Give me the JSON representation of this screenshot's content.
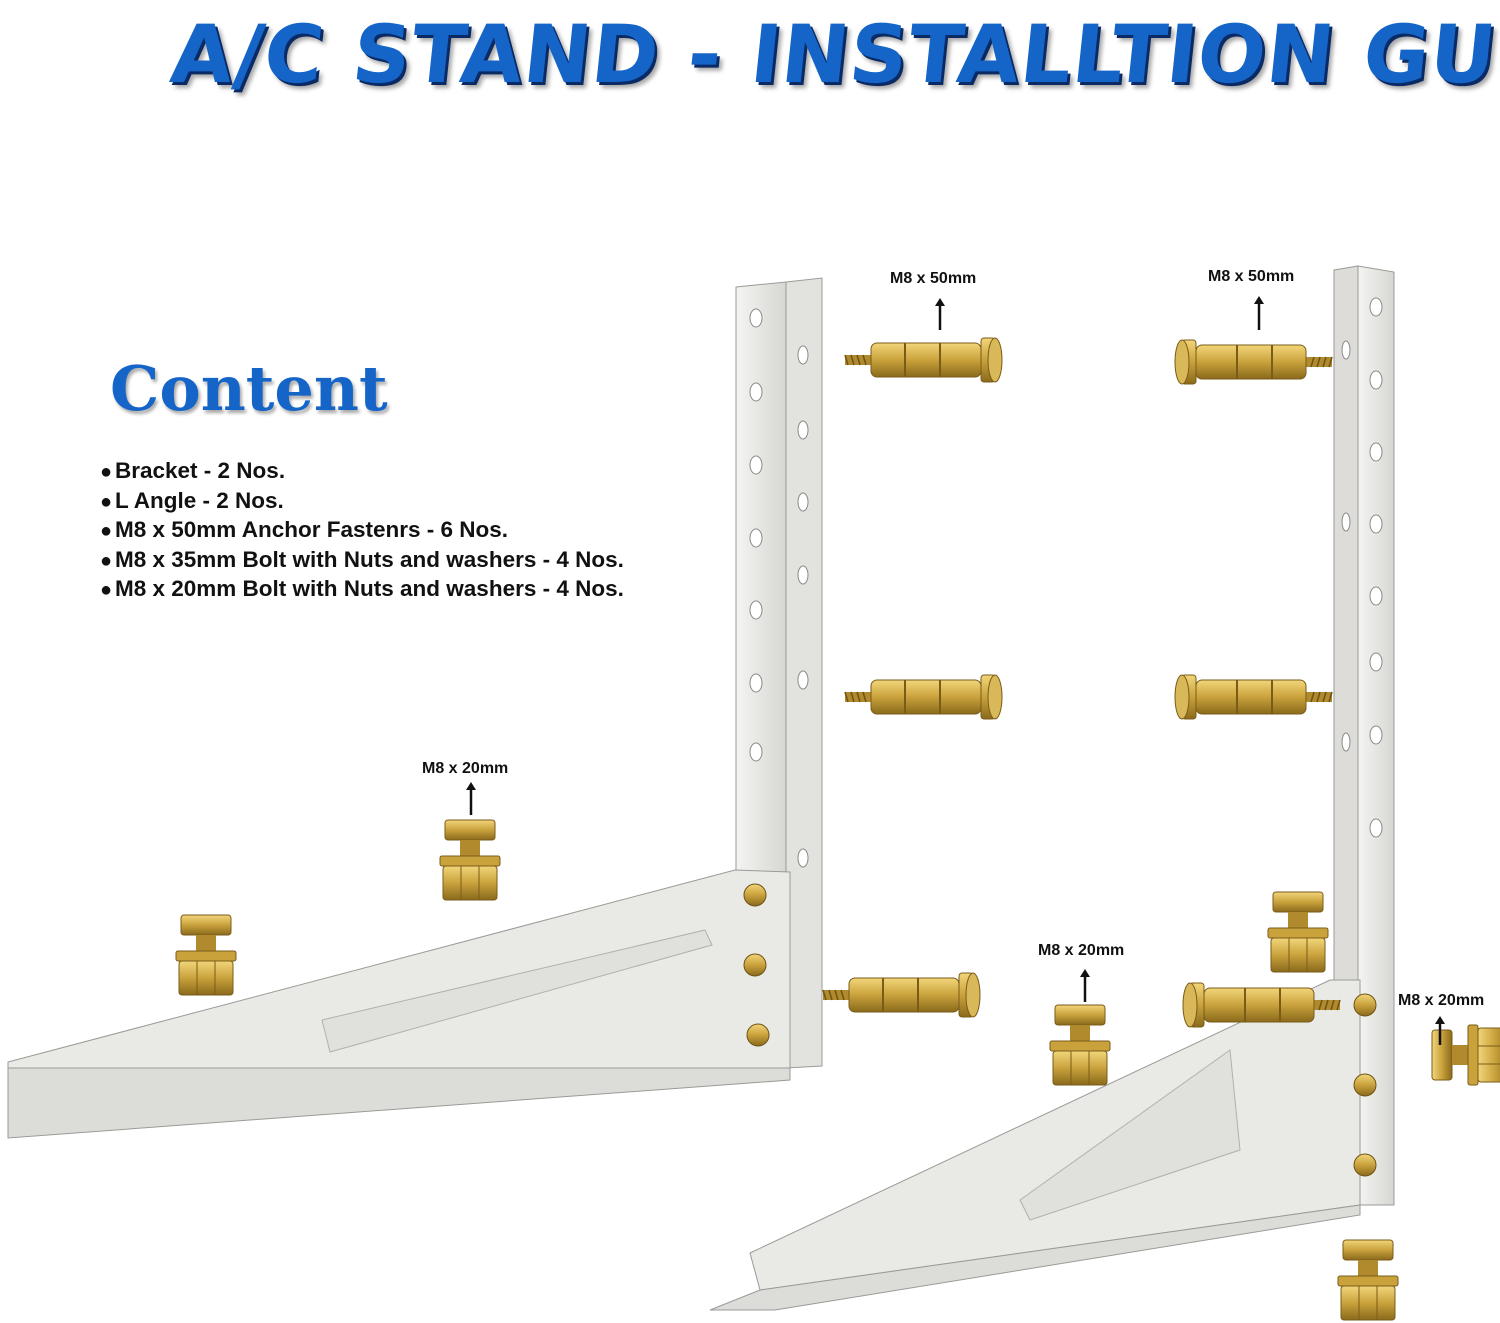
{
  "title": "A/C STAND - INSTALLTION GUIDE",
  "content": {
    "heading": "Content",
    "items": [
      "Bracket - 2 Nos.",
      "L Angle - 2 Nos.",
      "M8 x 50mm Anchor Fastenrs - 6 Nos.",
      "M8 x 35mm Bolt with Nuts and washers - 4 Nos.",
      "M8 x 20mm Bolt with Nuts and washers - 4 Nos."
    ]
  },
  "labels": {
    "anchor_left": "M8 x 50mm",
    "anchor_right": "M8 x 50mm",
    "bolt_left": "M8 x 20mm",
    "bolt_mid": "M8 x 20mm",
    "bolt_right": "M8 x 20mm"
  },
  "colors": {
    "title": "#1565c8",
    "bracket": "#e9e9e6",
    "hardware": "#c9a23c"
  }
}
